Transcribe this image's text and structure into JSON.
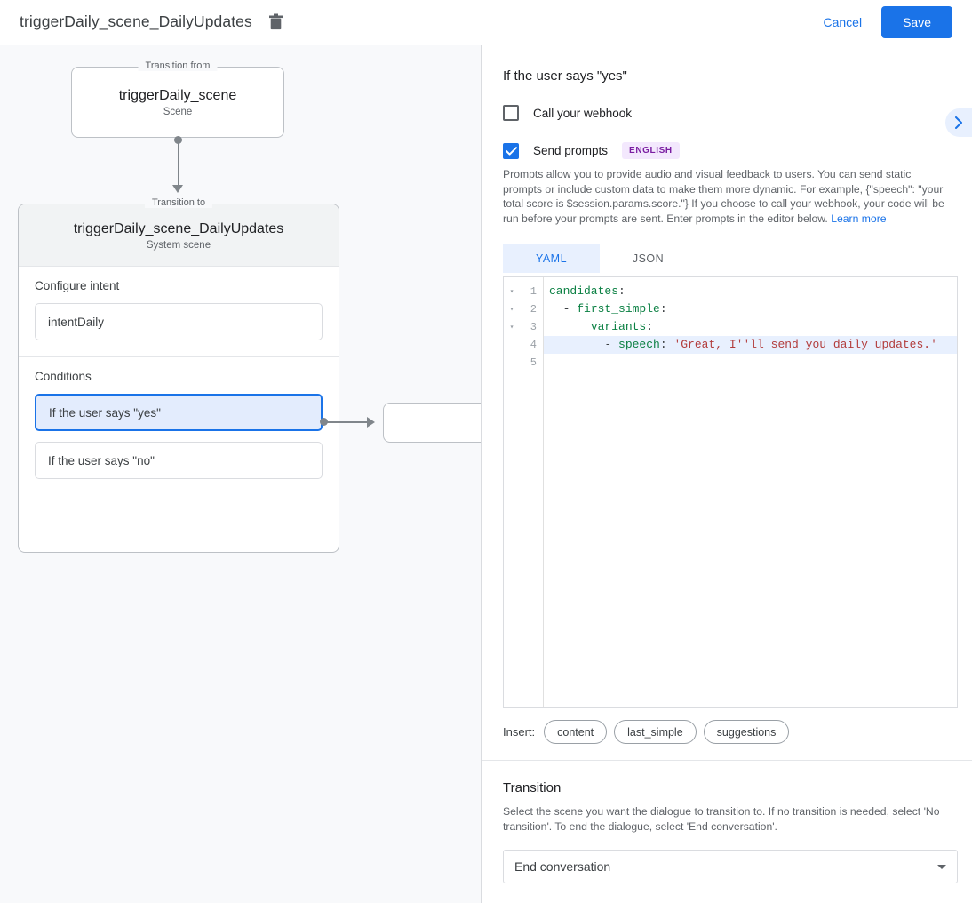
{
  "header": {
    "title": "triggerDaily_scene_DailyUpdates",
    "delete_icon": "trash-icon",
    "cancel_label": "Cancel",
    "save_label": "Save",
    "accent_color": "#1a73e8"
  },
  "canvas": {
    "from_node": {
      "legend": "Transition from",
      "title": "triggerDaily_scene",
      "subtitle": "Scene"
    },
    "to_node": {
      "legend": "Transition to",
      "title": "triggerDaily_scene_DailyUpdates",
      "subtitle": "System scene",
      "intent_section_label": "Configure intent",
      "intent_value": "intentDaily",
      "conditions_section_label": "Conditions",
      "conditions": [
        {
          "label": "If the user says \"yes\"",
          "selected": true
        },
        {
          "label": "If the user says \"no\"",
          "selected": false
        }
      ]
    }
  },
  "right_panel": {
    "title": "If the user says \"yes\"",
    "expand_icon": "chevron-right-icon",
    "webhook": {
      "label": "Call your webhook",
      "checked": false
    },
    "prompts": {
      "label": "Send prompts",
      "checked": true,
      "language_badge": "ENGLISH",
      "badge_color": "#7b1fa2",
      "description": "Prompts allow you to provide audio and visual feedback to users. You can send static prompts or include custom data to make them more dynamic. For example, {\"speech\": \"your total score is $session.params.score.\"} If you choose to call your webhook, your code will be run before your prompts are sent. Enter prompts in the editor below.",
      "learn_more": "Learn more"
    },
    "editor": {
      "tabs": [
        {
          "label": "YAML",
          "active": true
        },
        {
          "label": "JSON",
          "active": false
        }
      ],
      "lines": [
        {
          "num": "1",
          "fold": "▾",
          "highlight": false,
          "tokens": [
            {
              "t": "candidates",
              "c": "k"
            },
            {
              "t": ":",
              "c": "p"
            }
          ]
        },
        {
          "num": "2",
          "fold": "▾",
          "highlight": false,
          "tokens": [
            {
              "t": "  - ",
              "c": "p"
            },
            {
              "t": "first_simple",
              "c": "k"
            },
            {
              "t": ":",
              "c": "p"
            }
          ]
        },
        {
          "num": "3",
          "fold": "▾",
          "highlight": false,
          "tokens": [
            {
              "t": "      ",
              "c": "p"
            },
            {
              "t": "variants",
              "c": "k"
            },
            {
              "t": ":",
              "c": "p"
            }
          ]
        },
        {
          "num": "4",
          "fold": "",
          "highlight": true,
          "tokens": [
            {
              "t": "        - ",
              "c": "p"
            },
            {
              "t": "speech",
              "c": "k"
            },
            {
              "t": ": ",
              "c": "p"
            },
            {
              "t": "'Great, I''ll send you daily updates.'",
              "c": "s"
            }
          ]
        },
        {
          "num": "5",
          "fold": "",
          "highlight": false,
          "tokens": []
        }
      ],
      "insert_label": "Insert:",
      "insert_chips": [
        "content",
        "last_simple",
        "suggestions"
      ]
    },
    "transition": {
      "title": "Transition",
      "description": "Select the scene you want the dialogue to transition to. If no transition is needed, select 'No transition'. To end the dialogue, select 'End conversation'.",
      "selected_value": "End conversation"
    }
  }
}
